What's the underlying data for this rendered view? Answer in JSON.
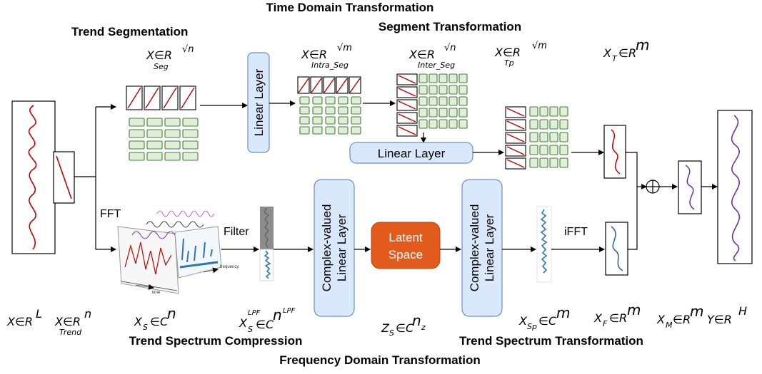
{
  "titles": {
    "time_domain": "Time Domain Transformation",
    "frequency_domain": "Frequency Domain Transformation",
    "trend_segmentation": "Trend  Segmentation",
    "segment_transformation": "Segment Transformation",
    "trend_spectrum_compression": "Trend Spectrum Compression",
    "trend_spectrum_transformation": "Trend Spectrum Transformation"
  },
  "blocks": {
    "linear_layer": "Linear Layer",
    "complex_layer_line1": "Complex-valued",
    "complex_layer_line2": "Linear Layer",
    "latent_line1": "Latent",
    "latent_line2": "Space"
  },
  "ops": {
    "fft": "FFT",
    "filter": "Filter",
    "ifft": "iFFT",
    "sum": "⊕",
    "axis_frequency": "frequency",
    "axis_time": "time"
  },
  "math": {
    "x_seg": {
      "base": "X∈R",
      "sup": "√n",
      "sub": "Seg"
    },
    "x_intra": {
      "base": "X∈R",
      "sup": "√m",
      "sub": "Intra_Seg"
    },
    "x_inter": {
      "base": "X∈R",
      "sup": "√n",
      "sub": "Inter_Seg"
    },
    "x_tp": {
      "base": "X∈R",
      "sup": "√m",
      "sub": "Tp"
    },
    "x_t": {
      "base": "X",
      "sub": "T",
      "rest": "∈R",
      "sup": "m"
    },
    "x_in": {
      "base": "X∈R",
      "sup": "L"
    },
    "x_trend": {
      "base": "X∈R",
      "sup": "n",
      "sub": "Trend"
    },
    "x_s": {
      "base": "X",
      "sub": "S",
      "rest": "∈C",
      "sup": "n"
    },
    "x_lpf": {
      "base": "X",
      "sub": "S",
      "subsup": "LPF",
      "rest": "∈C",
      "sup": "n",
      "supsup": "LPF"
    },
    "z_s": {
      "base": "Z",
      "sub": "S",
      "rest": "∈C",
      "sup": "n",
      "supsub": "z"
    },
    "x_sp": {
      "base": "X",
      "sub": "Sp",
      "rest": "∈C",
      "sup": "m"
    },
    "x_f": {
      "base": "X",
      "sub": "F",
      "rest": "∈R",
      "sup": "m"
    },
    "x_m": {
      "base": "X",
      "sub": "M",
      "rest": "∈R",
      "sup": "m"
    },
    "y": {
      "base": "Y∈R",
      "sup": "H"
    }
  },
  "colors": {
    "trend_red": "#c00000",
    "layer_fill": "#dae8fc",
    "layer_stroke": "#6c8ebf",
    "latent_fill": "#e35b1c",
    "grid_fill": "#dff0d8",
    "grid_stroke": "#4a7a3a",
    "output_purple": "#7030a0",
    "freq_blue": "#1f5fa8",
    "spectrum_blue": "#2e75b6"
  }
}
